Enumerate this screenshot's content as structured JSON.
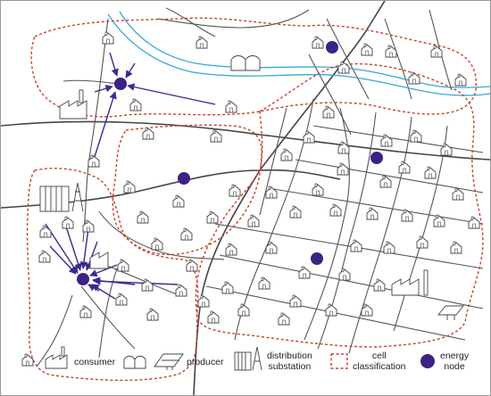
{
  "legend": {
    "consumer": "consumer",
    "producer": "producer",
    "distribution_substation": "distribution\nsubstation",
    "cell_classification": "cell\nclassification",
    "energy_node": "energy\nnode"
  },
  "colors": {
    "cell_border": "#c8402a",
    "energy_node": "#3b2386",
    "river": "#35a7d8",
    "road": "#444444"
  },
  "icons": [
    "house-icon",
    "factory-icon",
    "greenhouse-icon",
    "solar-panel-icon",
    "substation-icon"
  ]
}
